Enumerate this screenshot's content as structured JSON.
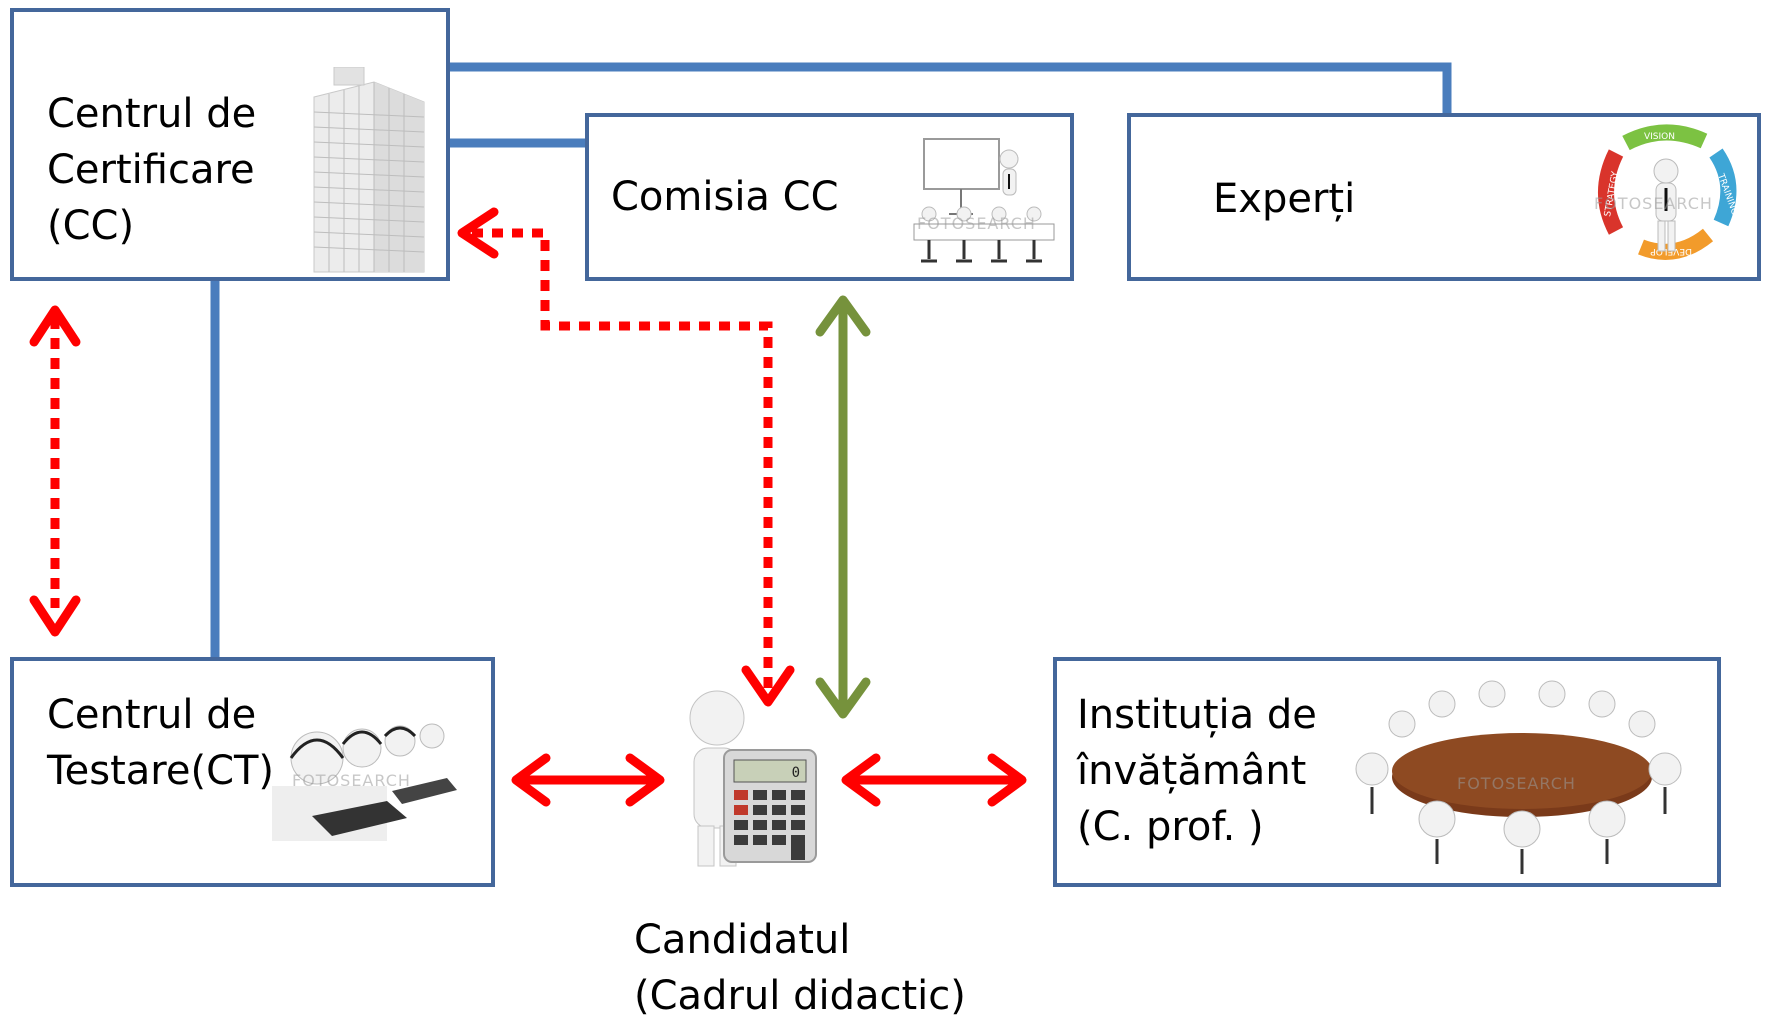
{
  "nodes": {
    "cc": {
      "label": "Centrul de\nCertificare\n(CC)"
    },
    "comisia": {
      "label": "Comisia CC"
    },
    "experti": {
      "label": "Experți"
    },
    "ct": {
      "label": "Centrul de\nTestare(CT)"
    },
    "institutia": {
      "label": "Instituția de\nînvățământ\n(C. prof. )"
    },
    "candidat": {
      "label": "Candidatul\n(Cadrul didactic)"
    }
  },
  "illustrations": {
    "cc": "office-building-icon",
    "comisia": "presentation-meeting-icon",
    "experti": "strategy-cycle-icon",
    "ct": "call-center-icon",
    "institutia": "round-table-meeting-icon",
    "candidat": "person-with-calculator-icon"
  },
  "strategy_words": [
    "VISION",
    "TRAINING",
    "DEVELOP",
    "STRATEGY"
  ],
  "watermark": "FOTOSEARCH",
  "calculator_display": "0",
  "colors": {
    "box_border": "#44679b",
    "connector": "#4a7dbd",
    "red_arrow": "#ff0000",
    "green_arrow": "#76923c"
  }
}
